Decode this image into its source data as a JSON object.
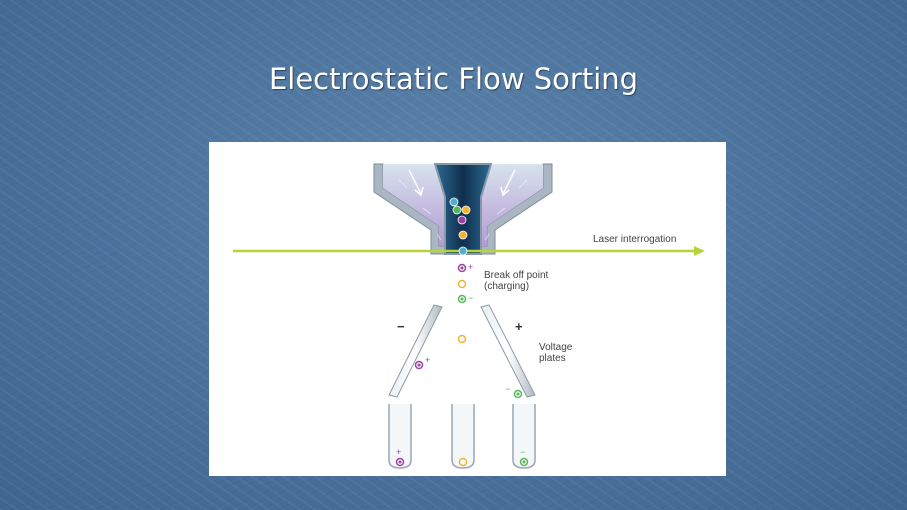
{
  "slide": {
    "title": "Electrostatic Flow Sorting"
  },
  "diagram": {
    "labels": {
      "laser": "Laser interrogation",
      "breakoff_line1": "Break off point",
      "breakoff_line2": "(charging)",
      "voltage_line1": "Voltage",
      "voltage_line2": "plates"
    },
    "plate_signs": {
      "left": "−",
      "right": "+"
    },
    "colors": {
      "purple": "#9b3fa0",
      "yellow": "#f2b233",
      "green": "#55b858",
      "teal": "#4fb0c9",
      "laser": "#b6d43a",
      "nozzle_fill": "#b9a8d8",
      "channel": "#143a5c"
    }
  }
}
